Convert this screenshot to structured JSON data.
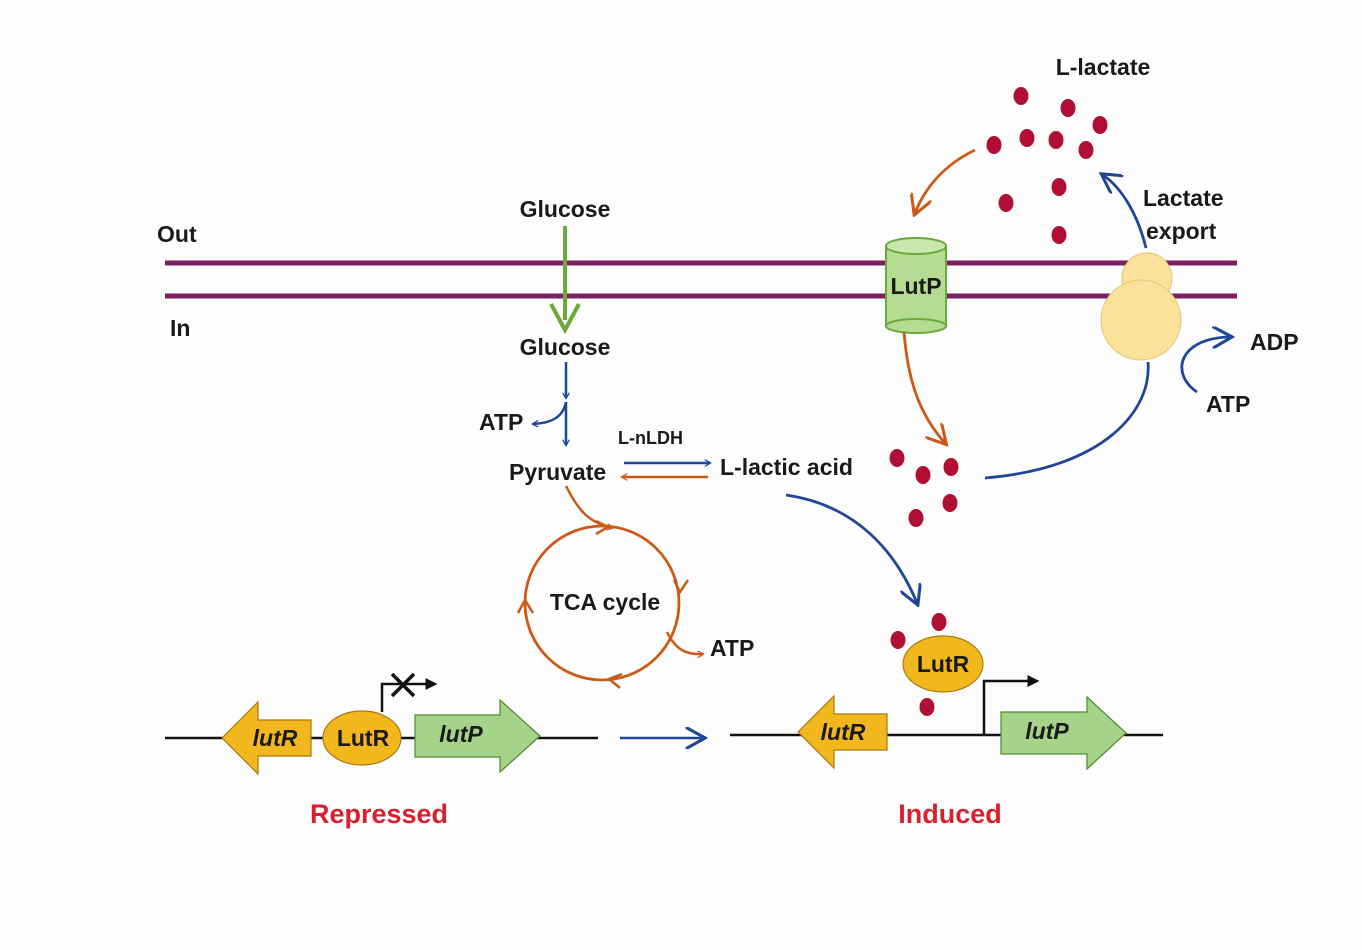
{
  "colors": {
    "membrane": "#7b1f63",
    "orange": "#cc5a16",
    "blue": "#1f4796",
    "green": "#6aaa3a",
    "red": "#b00f33",
    "yellow": "#f2b71c",
    "lightgreen": "#b6dc94",
    "exporter": "#fbe29a",
    "status_red": "#d8202f"
  },
  "labels": {
    "out": "Out",
    "in": "In",
    "glucose_out": "Glucose",
    "glucose_in": "Glucose",
    "atp_glycolysis": "ATP",
    "pyruvate": "Pyruvate",
    "enzyme": "L-nLDH",
    "lactic_acid": "L-lactic acid",
    "tca": "TCA cycle",
    "atp_tca": "ATP",
    "lactate_ext": "L-lactate",
    "lutp_channel": "LutP",
    "export_line1": "Lactate",
    "export_line2": "export",
    "adp": "ADP",
    "atp_export": "ATP"
  },
  "operons": {
    "repressed": {
      "gene_r": "lutR",
      "protein": "LutR",
      "gene_p": "lutP",
      "status": "Repressed"
    },
    "induced": {
      "gene_r": "lutR",
      "protein": "LutR",
      "gene_p": "lutP",
      "status": "Induced"
    }
  }
}
